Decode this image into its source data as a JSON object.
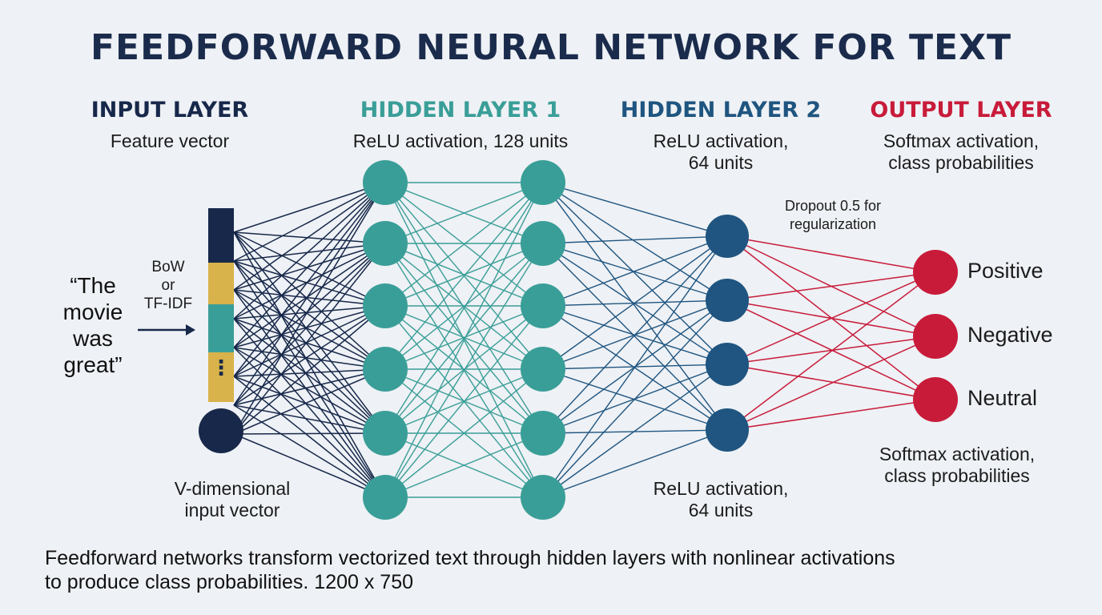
{
  "title": "FEEDFORWARD NEURAL NETWORK FOR TEXT",
  "colors": {
    "navy": "#17284a",
    "teal": "#3a9e98",
    "steel": "#1f5580",
    "red": "#c81b3a",
    "mustard": "#d8b24a",
    "background": "#eef1f5"
  },
  "layers": {
    "input": {
      "title": "INPUT LAYER",
      "subtitle": "Feature vector",
      "bottom": [
        "V-dimensional",
        "input vector"
      ]
    },
    "hidden1": {
      "title": "HIDDEN LAYER 1",
      "subtitle": "ReLU activation, 128 units"
    },
    "hidden2": {
      "title": "HIDDEN LAYER 2",
      "subtitle": [
        "ReLU activation,",
        "64 units"
      ],
      "bottom": [
        "ReLU activation,",
        "64 units"
      ]
    },
    "output": {
      "title": "OUTPUT LAYER",
      "subtitle": [
        "Softmax activation,",
        "class probabilities"
      ],
      "bottom": [
        "Softmax activation,",
        "class probabilities"
      ]
    }
  },
  "input_text": [
    "“The",
    "movie",
    "was",
    "great”"
  ],
  "encoding": [
    "BoW",
    "or",
    "TF-IDF"
  ],
  "dropout": [
    "Dropout 0.5 for",
    "regularization"
  ],
  "vector_ellipsis": "⋮",
  "outputs": [
    "Positive",
    "Negative",
    "Neutral"
  ],
  "caption": [
    "Feedforward networks transform vectorized text through hidden layers with nonlinear activations",
    "to produce class probabilities. 1200 x 750"
  ]
}
